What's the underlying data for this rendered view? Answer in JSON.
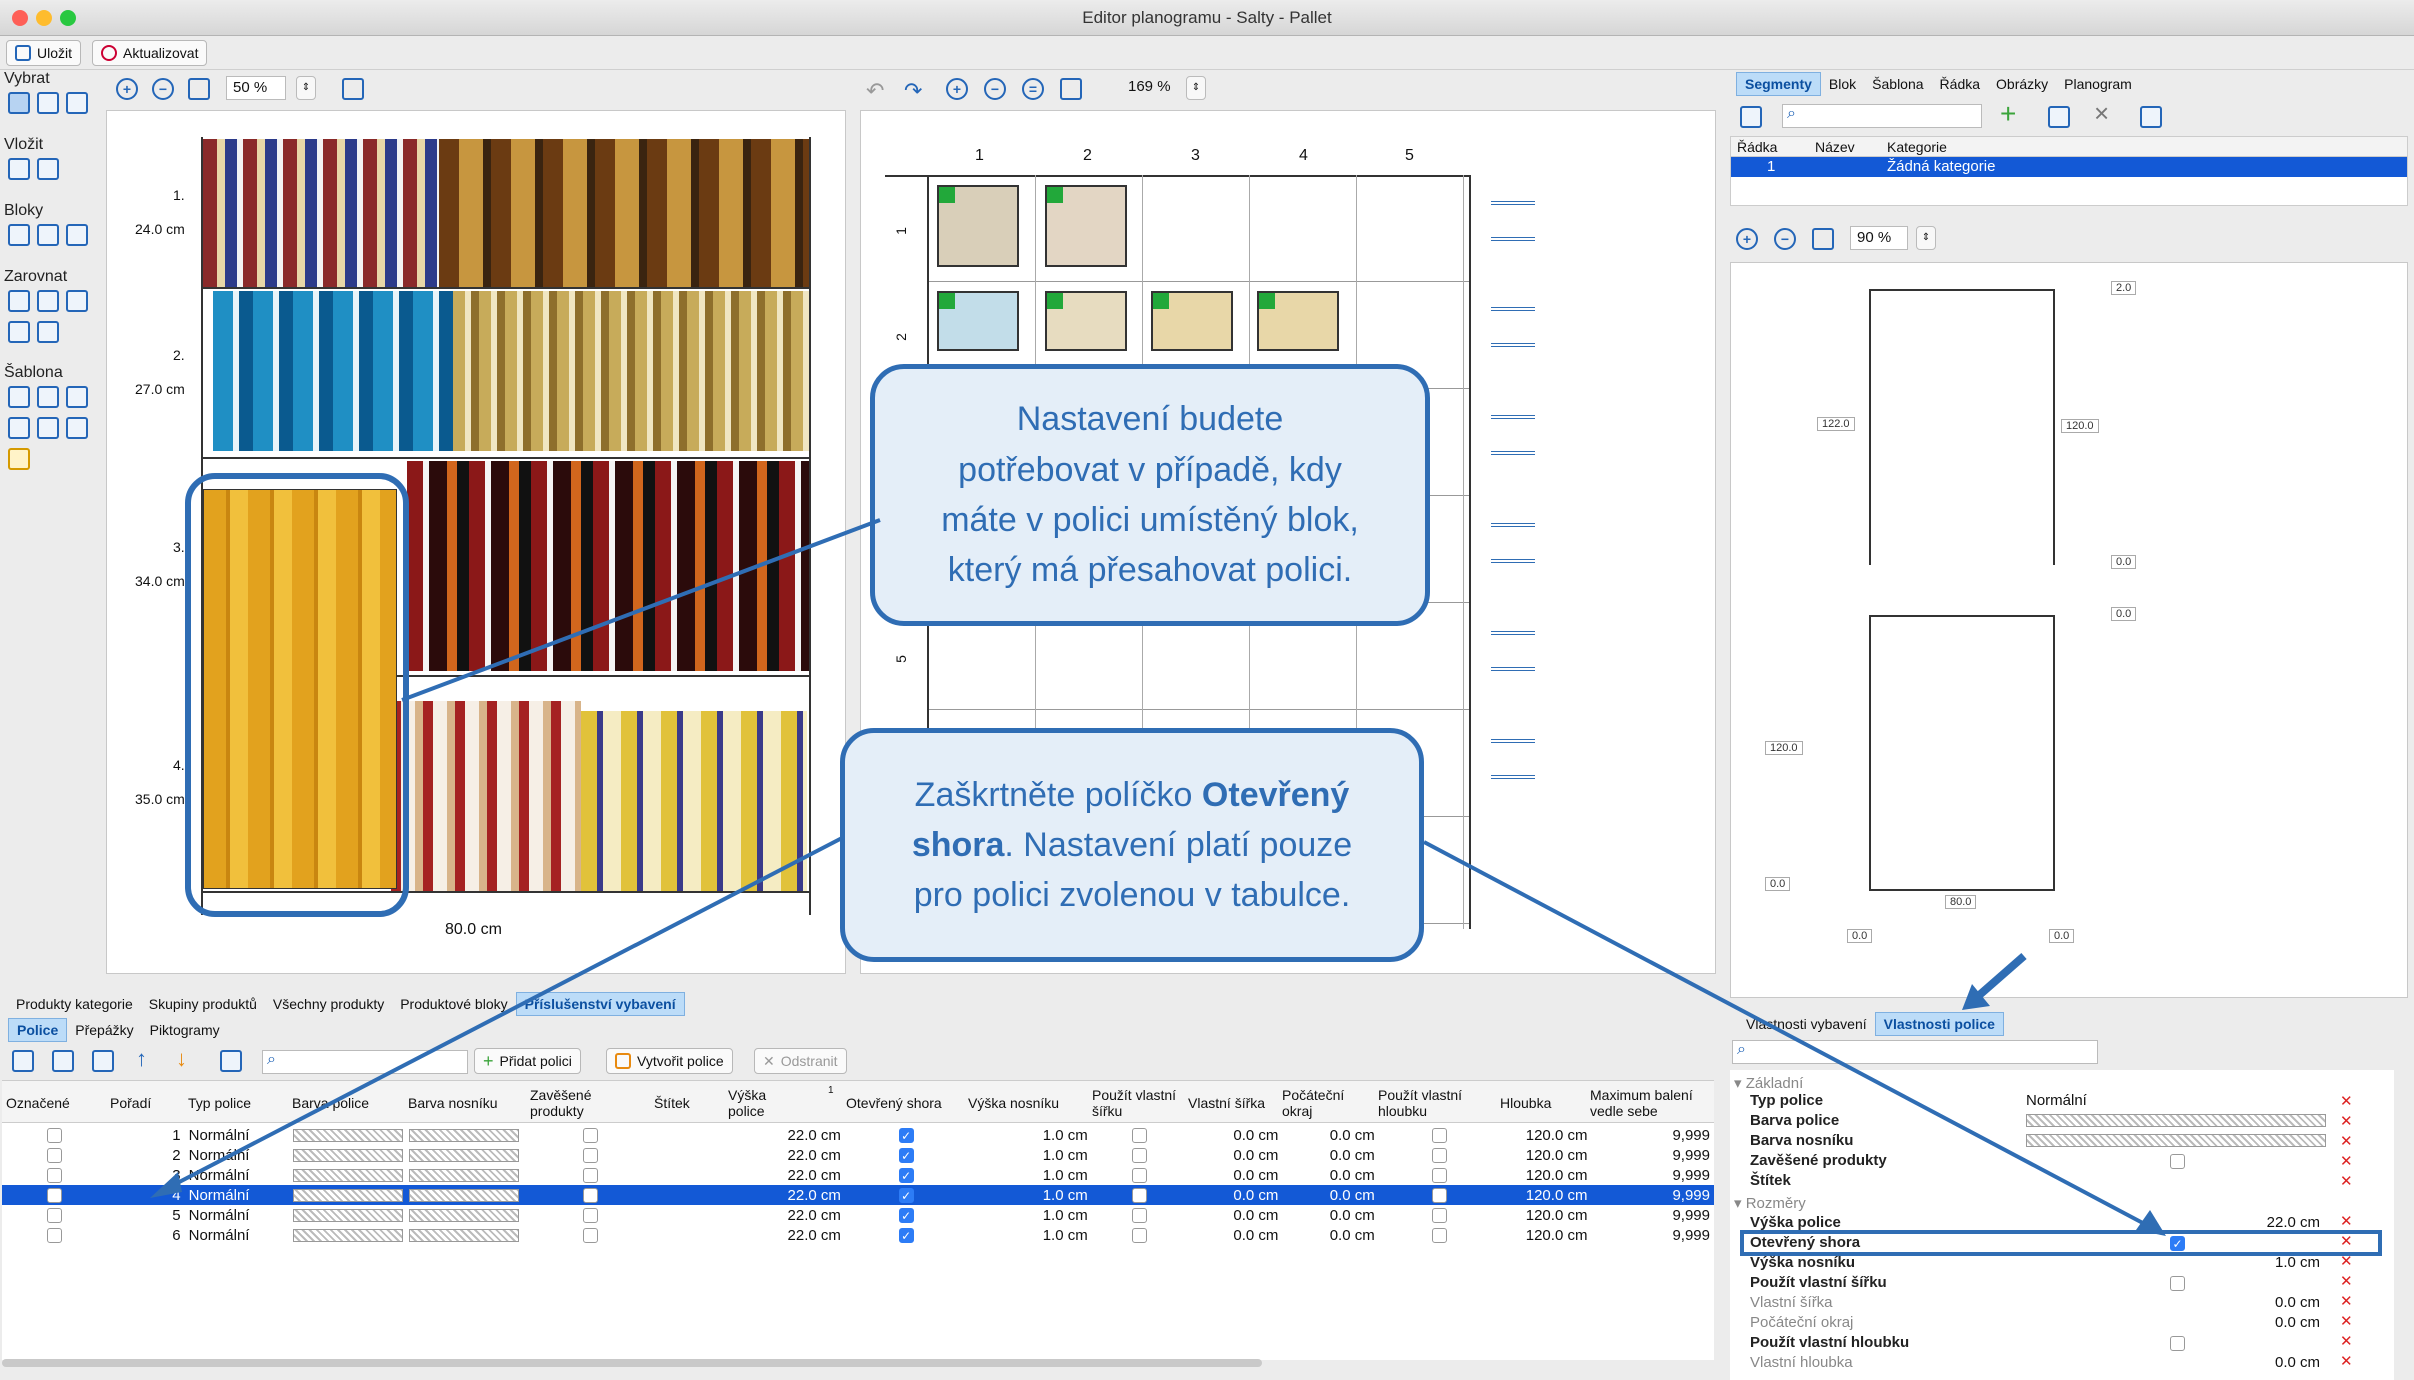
{
  "window": {
    "title": "Editor planogramu - Salty - Pallet"
  },
  "toolbar": {
    "save": "Uložit",
    "refresh": "Aktualizovat"
  },
  "side": {
    "select": "Vybrat",
    "insert": "Vložit",
    "blocks": "Bloky",
    "align": "Zarovnat",
    "template": "Šablona"
  },
  "left_view": {
    "zoom": "50 %",
    "shelves": [
      {
        "num": "1.",
        "h": "24.0 cm"
      },
      {
        "num": "2.",
        "h": "27.0 cm"
      },
      {
        "num": "3.",
        "h": "34.0 cm"
      },
      {
        "num": "4.",
        "h": "35.0 cm"
      }
    ],
    "width": "80.0 cm"
  },
  "mid_view": {
    "zoom": "169 %",
    "cols": [
      "1",
      "2",
      "3",
      "4",
      "5"
    ],
    "rows": [
      "1",
      "2",
      "5"
    ]
  },
  "right_top": {
    "tabs": [
      "Segmenty",
      "Blok",
      "Šablona",
      "Řádka",
      "Obrázky",
      "Planogram"
    ],
    "headers": [
      "Řádka",
      "Název",
      "Kategorie"
    ],
    "row": {
      "radka": "1",
      "nazev": "",
      "kategorie": "Žádná kategorie"
    }
  },
  "right_mid": {
    "zoom": "90 %",
    "dims": {
      "top": "2.0",
      "left1": "122.0",
      "right1": "120.0",
      "bot1": "0.0",
      "top2": "0.0",
      "left2": "120.0",
      "w": "80.0",
      "bl": "0.0",
      "br": "0.0",
      "bl2": "0.0"
    }
  },
  "bottom_tabs": [
    "Produkty kategorie",
    "Skupiny produktů",
    "Všechny produkty",
    "Produktové bloky",
    "Příslušenství vybavení"
  ],
  "sub_tabs": [
    "Police",
    "Přepážky",
    "Piktogramy"
  ],
  "shelf_toolbar": {
    "add": "Přidat polici",
    "create": "Vytvořit police",
    "remove": "Odstranit"
  },
  "table": {
    "headers": [
      "Označené",
      "Pořadí",
      "Typ police",
      "Barva police",
      "Barva nosníku",
      "Zavěšené produkty",
      "Štítek",
      "Výška police",
      "Otevřený shora",
      "Výška nosníku",
      "Použít vlastní šířku",
      "Vlastní šířka",
      "Počáteční okraj",
      "Použít vlastní hloubku",
      "Hloubka",
      "Maximum balení vedle sebe"
    ],
    "sort_indicator": "1",
    "rows": [
      {
        "n": "1",
        "typ": "Normální",
        "vyska": "22.0 cm",
        "nos": "1.0 cm",
        "sirka": "0.0 cm",
        "okraj": "0.0 cm",
        "hloubka": "120.0 cm",
        "max": "9,999"
      },
      {
        "n": "2",
        "typ": "Normální",
        "vyska": "22.0 cm",
        "nos": "1.0 cm",
        "sirka": "0.0 cm",
        "okraj": "0.0 cm",
        "hloubka": "120.0 cm",
        "max": "9,999"
      },
      {
        "n": "3",
        "typ": "Normální",
        "vyska": "22.0 cm",
        "nos": "1.0 cm",
        "sirka": "0.0 cm",
        "okraj": "0.0 cm",
        "hloubka": "120.0 cm",
        "max": "9,999"
      },
      {
        "n": "4",
        "typ": "Normální",
        "vyska": "22.0 cm",
        "nos": "1.0 cm",
        "sirka": "0.0 cm",
        "okraj": "0.0 cm",
        "hloubka": "120.0 cm",
        "max": "9,999"
      },
      {
        "n": "5",
        "typ": "Normální",
        "vyska": "22.0 cm",
        "nos": "1.0 cm",
        "sirka": "0.0 cm",
        "okraj": "0.0 cm",
        "hloubka": "120.0 cm",
        "max": "9,999"
      },
      {
        "n": "6",
        "typ": "Normální",
        "vyska": "22.0 cm",
        "nos": "1.0 cm",
        "sirka": "0.0 cm",
        "okraj": "0.0 cm",
        "hloubka": "120.0 cm",
        "max": "9,999"
      }
    ]
  },
  "props": {
    "tabs": [
      "Vlastnosti vybavení",
      "Vlastnosti police"
    ],
    "group1": "Základní",
    "group2": "Rozměry",
    "items": [
      {
        "name": "Typ police",
        "value": "Normální"
      },
      {
        "name": "Barva police",
        "value": ""
      },
      {
        "name": "Barva nosníku",
        "value": ""
      },
      {
        "name": "Zavěšené produkty",
        "value": ""
      },
      {
        "name": "Štítek",
        "value": ""
      }
    ],
    "items2": [
      {
        "name": "Výška police",
        "value": "22.0 cm"
      },
      {
        "name": "Otevřený shora",
        "value": ""
      },
      {
        "name": "Výška nosníku",
        "value": "1.0 cm"
      },
      {
        "name": "Použít vlastní šířku",
        "value": ""
      },
      {
        "name": "Vlastní šířka",
        "value": "0.0 cm"
      },
      {
        "name": "Počáteční okraj",
        "value": "0.0 cm"
      },
      {
        "name": "Použít vlastní hloubku",
        "value": ""
      },
      {
        "name": "Vlastní hloubka",
        "value": "0.0 cm"
      }
    ]
  },
  "callouts": {
    "c1": [
      "Nastavení budete",
      "potřebovat v případě, kdy",
      "máte v polici umístěný blok,",
      "který má přesahovat polici."
    ],
    "c2_a": "Zaškrtněte políčko ",
    "c2_b": "Otevřený",
    "c2_c": "shora",
    "c2_d": ". Nastavení platí pouze",
    "c2_e": "pro polici zvolenou v tabulce."
  },
  "colors": {
    "accent": "#2f6db4",
    "selection": "#1359d6",
    "callout_bg": "#e4eef8"
  }
}
